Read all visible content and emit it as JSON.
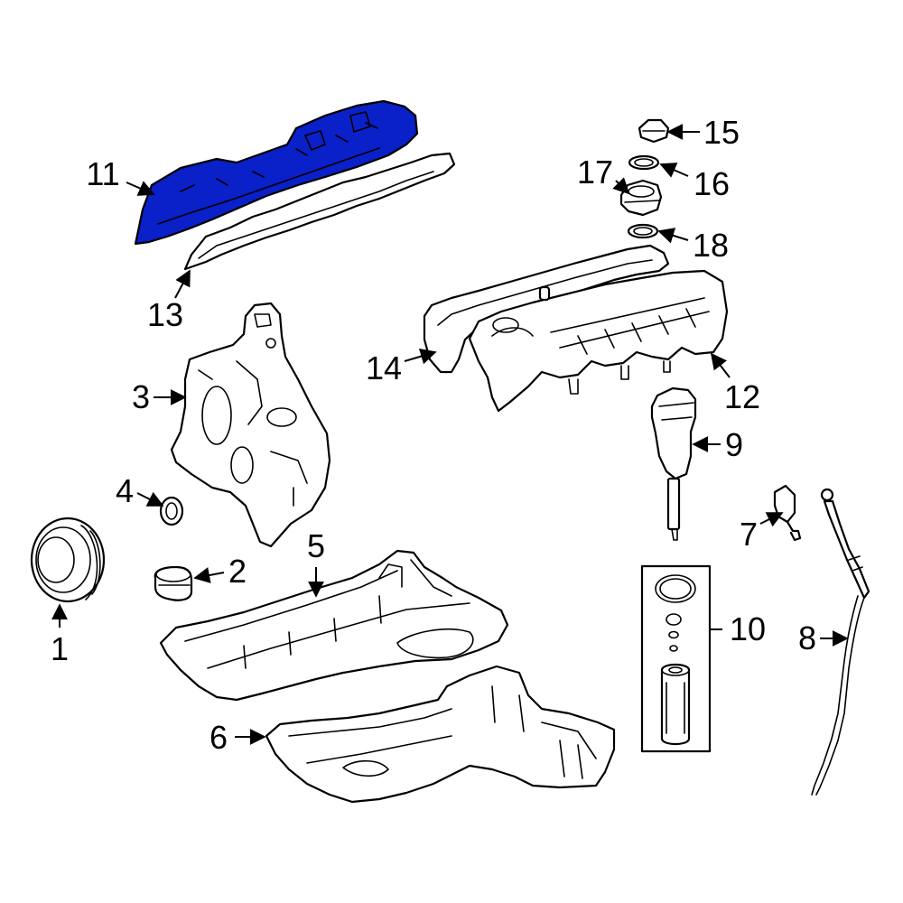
{
  "diagram": {
    "highlight_color": "#0a20c8",
    "callouts": {
      "c1": "1",
      "c2": "2",
      "c3": "3",
      "c4": "4",
      "c5": "5",
      "c6": "6",
      "c7": "7",
      "c8": "8",
      "c9": "9",
      "c10": "10",
      "c11": "11",
      "c12": "12",
      "c13": "13",
      "c14": "14",
      "c15": "15",
      "c16": "16",
      "c17": "17",
      "c18": "18"
    }
  }
}
